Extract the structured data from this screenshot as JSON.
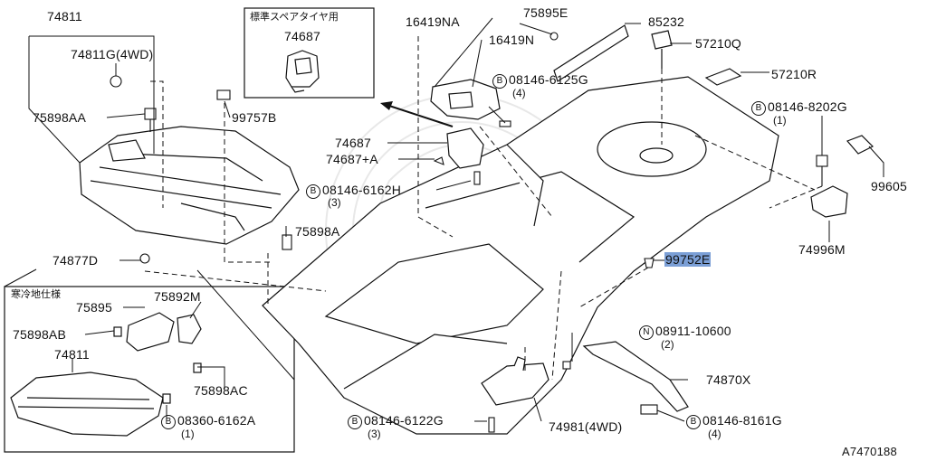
{
  "diagram_id": "A7470188",
  "inset_top": {
    "title": "標準スペアタイヤ用",
    "part": "74687"
  },
  "inset_bottom": {
    "title": "寒冷地仕様"
  },
  "highlight_color": "#7b9fd6",
  "labels": {
    "p74811": "74811",
    "p74811g": "74811G(4WD)",
    "p75898aa": "75898AA",
    "p99757b": "99757B",
    "p74877d": "74877D",
    "p16419na": "16419NA",
    "p16419n": "16419N",
    "p75895e": "75895E",
    "p85232": "85232",
    "p57210q": "57210Q",
    "p57210r": "57210R",
    "p081466125g": "08146-6125G",
    "p081466125g_qty": "(4)",
    "p081468202g": "08146-8202G",
    "p081468202g_qty": "(1)",
    "p99605": "99605",
    "p74687": "74687",
    "p74687a": "74687+A",
    "p081466162h": "08146-6162H",
    "p081466162h_qty": "(3)",
    "p75898a": "75898A",
    "p74996m": "74996M",
    "p99752e": "99752E",
    "p0891110600": "08911-10600",
    "p0891110600_qty": "(2)",
    "p74870x": "74870X",
    "p081466122g": "08146-6122G",
    "p081466122g_qty": "(3)",
    "p74981": "74981(4WD)",
    "p081468161g": "08146-8161G",
    "p081468161g_qty": "(4)",
    "p75895": "75895",
    "p75892m": "75892M",
    "p75898ab": "75898AB",
    "p74811b": "74811",
    "p75898ac": "75898AC",
    "p083606162a": "08360-6162A",
    "p083606162a_qty": "(1)"
  },
  "circle_marks": {
    "b": "B",
    "n": "N"
  }
}
